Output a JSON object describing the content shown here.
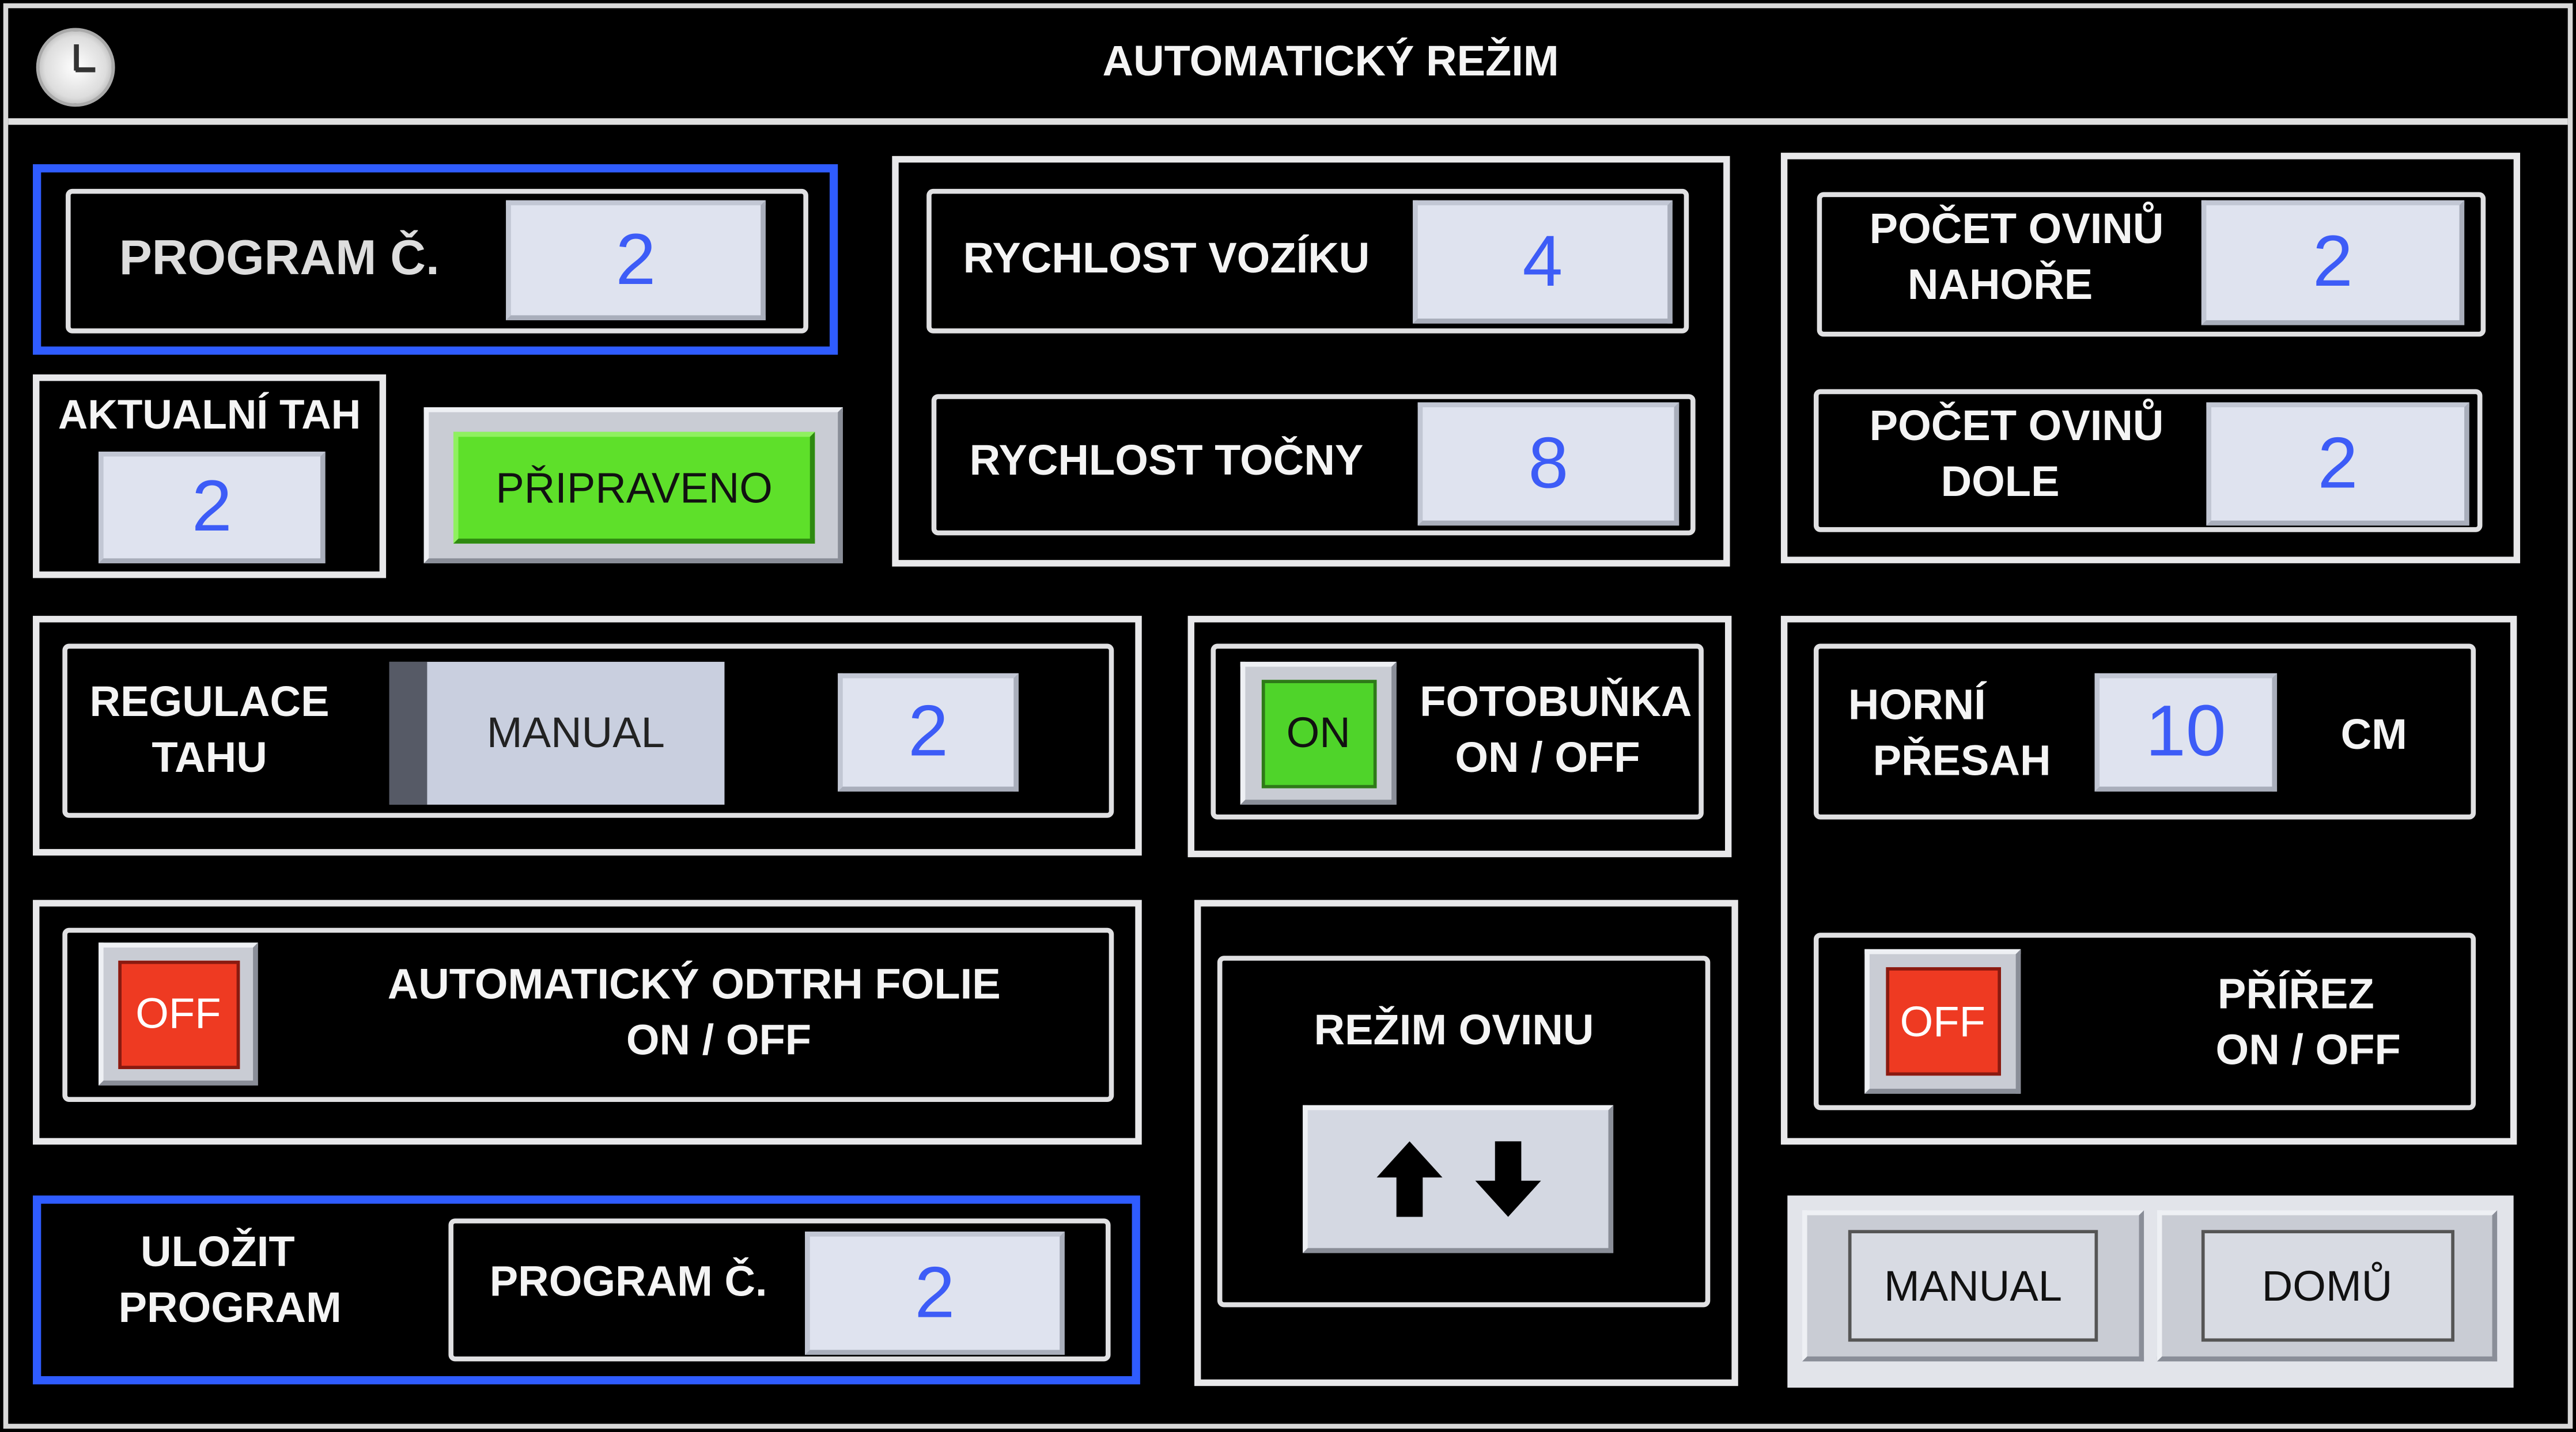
{
  "header": {
    "title": "AUTOMATICKÝ REŽIM",
    "icon": "clock-icon"
  },
  "program": {
    "label": "PROGRAM Č.",
    "value": "2"
  },
  "aktualni_tah": {
    "label": "AKTUALNÍ TAH",
    "value": "2"
  },
  "status": {
    "label": "PŘIPRAVENO",
    "color": "#5ee02a"
  },
  "rychlost_voziku": {
    "label": "RYCHLOST VOZÍKU",
    "value": "4"
  },
  "rychlost_tocny": {
    "label": "RYCHLOST TOČNY",
    "value": "8"
  },
  "ovinu_nahore": {
    "label1": "POČET OVINŮ",
    "label2": "NAHOŘE",
    "value": "2"
  },
  "ovinu_dole": {
    "label1": "POČET OVINŮ",
    "label2": "DOLE",
    "value": "2"
  },
  "regulace": {
    "label1": "REGULACE",
    "label2": "TAHU",
    "mode": "MANUAL",
    "value": "2"
  },
  "fotobunka": {
    "label1": "FOTOBUŇKA",
    "label2": "ON / OFF",
    "state": "ON"
  },
  "horni_presah": {
    "label1": "HORNÍ",
    "label2": "PŘESAH",
    "value": "10",
    "unit": "CM"
  },
  "prirez": {
    "label1": "PŘÍŘEZ",
    "label2": "ON / OFF",
    "state": "OFF"
  },
  "odtrh": {
    "label1": "AUTOMATICKÝ ODTRH FOLIE",
    "label2": "ON / OFF",
    "state": "OFF"
  },
  "rezim_ovinu": {
    "label": "REŽIM OVINU"
  },
  "ulozit": {
    "label1": "ULOŽIT",
    "label2": "PROGRAM",
    "program_label": "PROGRAM Č.",
    "value": "2"
  },
  "nav": {
    "manual": "MANUAL",
    "home": "DOMŮ"
  }
}
